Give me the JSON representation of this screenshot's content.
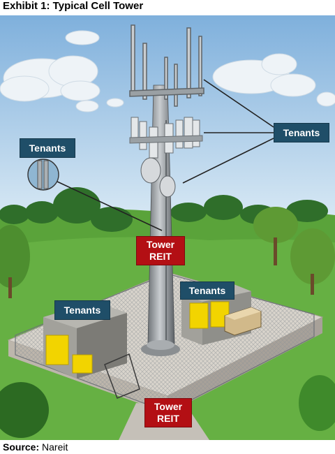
{
  "title": "Exhibit 1: Typical Cell Tower",
  "labels": {
    "tenants_right": "Tenants",
    "tenants_left": "Tenants",
    "tenants_building_right": "Tenants",
    "tenants_building_left": "Tenants",
    "tower_reit_top": [
      "Tower",
      "REIT"
    ],
    "tower_reit_bottom": [
      "Tower",
      "REIT"
    ]
  },
  "source": {
    "label": "Source:",
    "value": "Nareit"
  },
  "colors": {
    "tenant_label": "#1f4e68",
    "reit_label": "#b30f14",
    "grass": "#5aa33a",
    "sky": "#a9cbe6"
  }
}
